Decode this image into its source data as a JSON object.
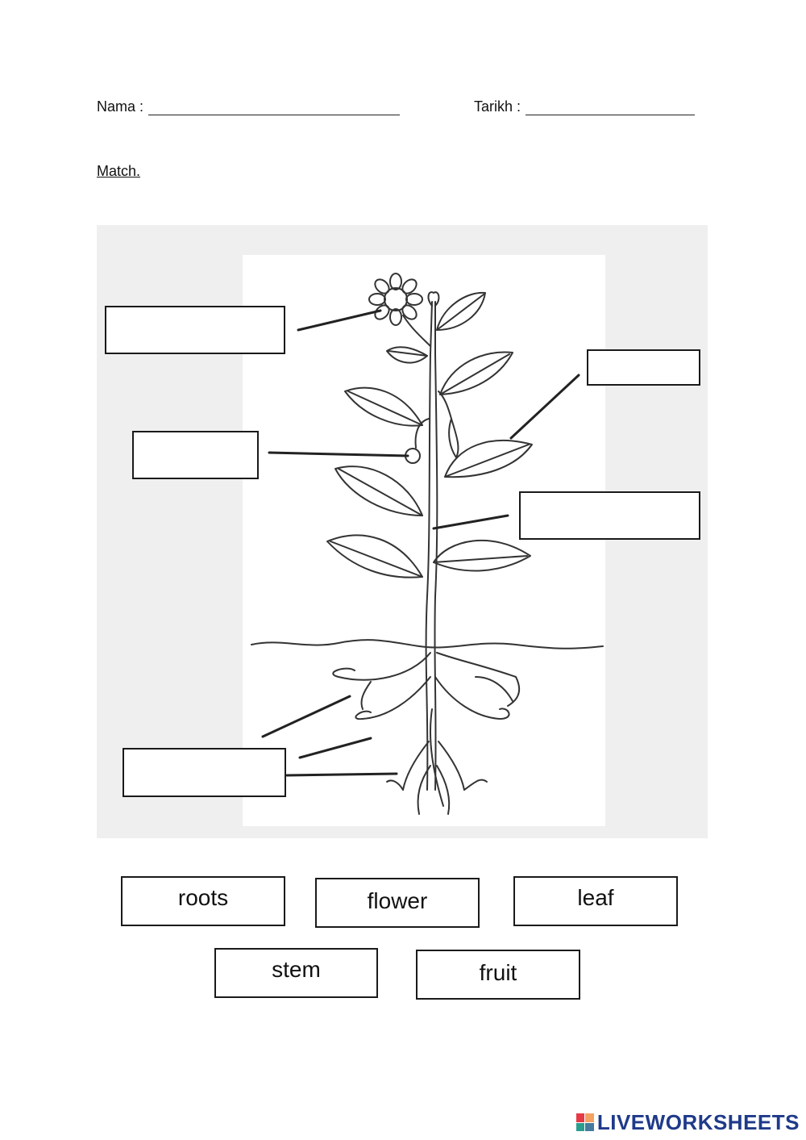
{
  "header": {
    "name_label": "Nama :",
    "date_label": "Tarikh :"
  },
  "instruction": "Match.",
  "words": [
    {
      "id": "roots",
      "label": "roots"
    },
    {
      "id": "flower",
      "label": "flower"
    },
    {
      "id": "leaf",
      "label": "leaf"
    },
    {
      "id": "stem",
      "label": "stem"
    },
    {
      "id": "fruit",
      "label": "fruit"
    }
  ],
  "branding": {
    "text": "LIVEWORKSHEETS",
    "icon": "liveworksheets-logo-icon",
    "color": "#1f3a8a"
  }
}
